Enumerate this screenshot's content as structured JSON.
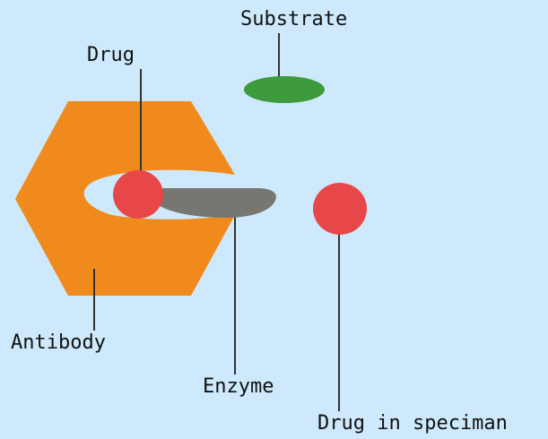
{
  "labels": {
    "substrate": "Substrate",
    "drug": "Drug",
    "antibody": "Antibody",
    "enzyme": "Enzyme",
    "drug_in_specimen": "Drug in speciman"
  },
  "colors": {
    "background": "#cde9fb",
    "antibody": "#f08a1c",
    "drug": "#e8474a",
    "enzyme": "#777670",
    "substrate": "#3d9a3d",
    "leader_line": "#333333"
  }
}
